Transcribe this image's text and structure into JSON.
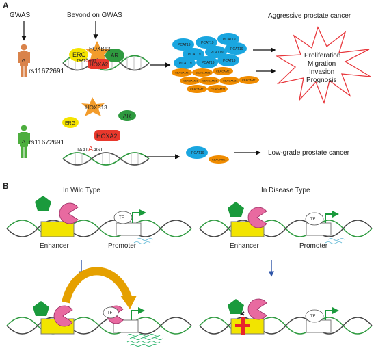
{
  "panel_a": {
    "label": "A",
    "gwas": "GWAS",
    "beyond_gwas": "Beyond on GWAS",
    "aggressive_title": "Aggressive prostate cancer",
    "snp_top": "rs11672691",
    "snp_bottom": "rs11672691",
    "allele_top": "G",
    "allele_bottom": "A",
    "seq_top": {
      "pre": "TAAT",
      "mid": "G",
      "post": "AGT"
    },
    "seq_bottom": {
      "pre": "TAAT",
      "mid": "A",
      "post": "AGT"
    },
    "factors": {
      "erg": "ERG",
      "hoxb13": "HOXB13",
      "hoxa2": "HOXA2",
      "ar": "AR"
    },
    "pcat19": "PCAT19",
    "ceacam21": "CEACAM21",
    "outcomes": [
      "Proliferation",
      "Migration",
      "Invasion",
      "Prognosis"
    ],
    "low_grade": "Low-grade prostate cancer"
  },
  "panel_b": {
    "label": "B",
    "wild_type": "In Wild Type",
    "disease_type": "In Disease Type",
    "enhancer": "Enhancer",
    "promoter": "Promoter",
    "tf": "TF",
    "mutation_mark": "✖"
  },
  "colors": {
    "pcat19": "#1aa6e0",
    "ceacam21": "#f08c00",
    "erg": "#f5e400",
    "hoxb13": "#f39c2c",
    "hoxa2": "#e8382c",
    "ar": "#2e9a3f",
    "person_top": "#d9834b",
    "person_bottom": "#4dae3e",
    "star": "#e8383d",
    "enhancer_box": "#f2e400",
    "pentagon": "#1a9a3c",
    "pink": "#e86aa0",
    "arc": "#e5a000"
  }
}
